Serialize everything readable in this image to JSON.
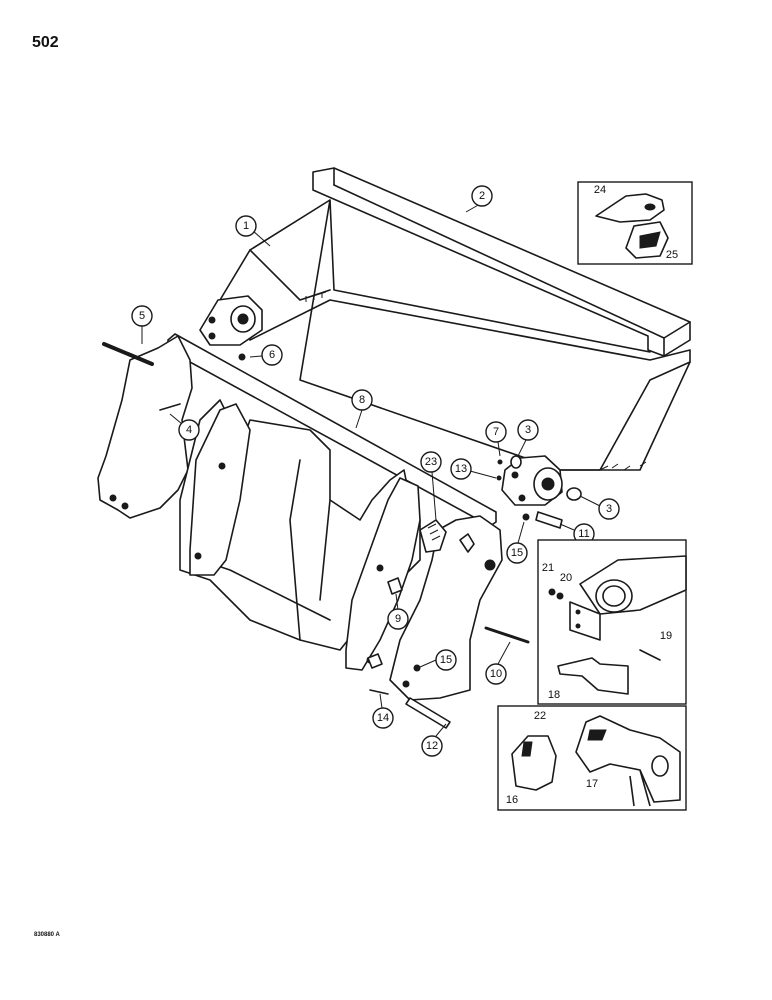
{
  "page_number": "502",
  "drawing_code": "830880 A",
  "callouts": [
    "1",
    "2",
    "3",
    "3",
    "4",
    "5",
    "6",
    "7",
    "8",
    "9",
    "10",
    "11",
    "12",
    "13",
    "14",
    "15",
    "15",
    "23"
  ],
  "inset_top_labels": [
    "24",
    "25"
  ],
  "inset_bracket_labels": [
    "21",
    "20",
    "19",
    "18"
  ],
  "inset_wear_labels": [
    "22",
    "16",
    "17"
  ]
}
